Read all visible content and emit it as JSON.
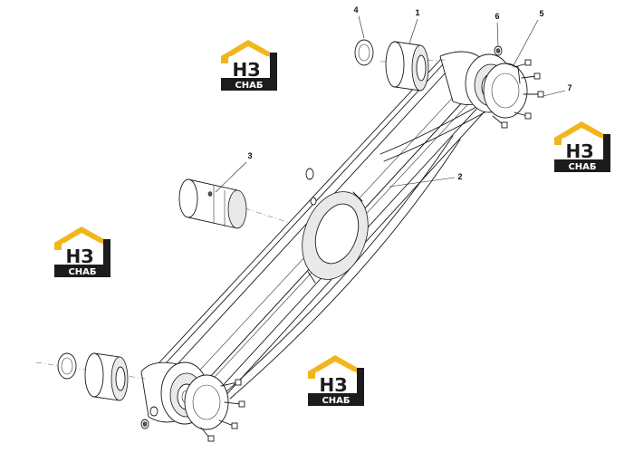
{
  "diagram": {
    "callouts": [
      "1",
      "2",
      "3",
      "4",
      "5",
      "6",
      "7"
    ]
  },
  "watermark": {
    "text": "СНАБ",
    "mark": "НЗ",
    "colors": {
      "roof": "#f2b51b",
      "plate": "#1c1c1c",
      "text": "#ffffff"
    }
  }
}
